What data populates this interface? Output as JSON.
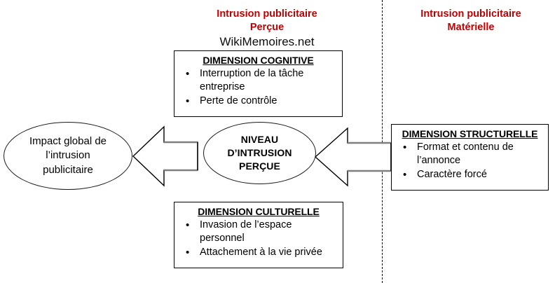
{
  "headers": {
    "left": {
      "line1": "Intrusion publicitaire",
      "line2": "Perçue",
      "color": "#C00000"
    },
    "right": {
      "line1": "Intrusion publicitaire",
      "line2": "Matérielle",
      "color": "#C00000"
    },
    "watermark": "WikiMemoires.net"
  },
  "nodes": {
    "outcome_ellipse": {
      "line1": "Impact global de",
      "line2": "l’intrusion",
      "line3": "publicitaire"
    },
    "center_ellipse": {
      "line1": "NIVEAU",
      "line2": "D’INTRUSION",
      "line3": "PERÇUE"
    }
  },
  "boxes": {
    "cognitive": {
      "title": "DIMENSION COGNITIVE",
      "bullet_glyph": "•",
      "items": [
        "Interruption de la tâche entreprise",
        "Perte de contrôle"
      ]
    },
    "cultural": {
      "title": "DIMENSION CULTURELLE",
      "bullet_glyph": "•",
      "items": [
        "Invasion de l’espace personnel",
        "Attachement à la vie privée"
      ]
    },
    "structural": {
      "title": "DIMENSION STRUCTURELLE",
      "bullet_glyph": "•",
      "items": [
        "Format et contenu de l’annonce",
        "Caractère forcé"
      ]
    }
  },
  "connectors": {
    "arrow_left_direction": "left",
    "arrow_right_direction": "left",
    "divider_style": "dashed-vertical"
  },
  "palette": {
    "accent_red": "#C00000",
    "outline_black": "#000000",
    "arrow_edge_gray": "#7F7F7F",
    "background": "#FFFFFF"
  }
}
